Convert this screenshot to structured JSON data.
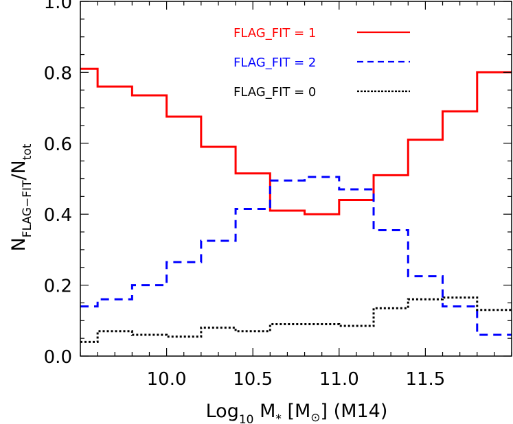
{
  "chart_data": {
    "type": "line",
    "style": "step-histogram",
    "xlabel": {
      "prefix": "Log",
      "prefix_sub": "10",
      "var": " M",
      "var_sub": "*",
      "unit_open": " [M",
      "unit_sub": "⊙",
      "unit_close": "]  (M14)"
    },
    "ylabel": {
      "main": "N",
      "main_sub": "FLAG−FIT",
      "slash": "/N",
      "slash_sub": "tot"
    },
    "xlim": [
      9.5,
      12.0
    ],
    "ylim": [
      0.0,
      1.0
    ],
    "xticks": [
      "10.0",
      "10.5",
      "11.0",
      "11.5"
    ],
    "xtick_values": [
      10.0,
      10.5,
      11.0,
      11.5
    ],
    "yticks": [
      "0.0",
      "0.2",
      "0.4",
      "0.6",
      "0.8",
      "1.0"
    ],
    "ytick_values": [
      0.0,
      0.2,
      0.4,
      0.6,
      0.8,
      1.0
    ],
    "bin_edges": [
      9.5,
      9.6,
      9.8,
      10.0,
      10.2,
      10.4,
      10.6,
      10.8,
      11.0,
      11.2,
      11.4,
      11.6,
      11.8,
      12.0
    ],
    "series": [
      {
        "name": "FLAG_FIT = 1",
        "color": "#ff0000",
        "dash": "solid",
        "values": [
          0.81,
          0.76,
          0.735,
          0.675,
          0.59,
          0.515,
          0.41,
          0.4,
          0.44,
          0.51,
          0.61,
          0.69,
          0.8
        ]
      },
      {
        "name": "FLAG_FIT = 2",
        "color": "#0000ff",
        "dash": "dashed",
        "values": [
          0.14,
          0.16,
          0.2,
          0.265,
          0.325,
          0.415,
          0.495,
          0.505,
          0.47,
          0.355,
          0.225,
          0.14,
          0.06
        ]
      },
      {
        "name": "FLAG_FIT = 0",
        "color": "#000000",
        "dash": "dotted",
        "values": [
          0.04,
          0.07,
          0.06,
          0.055,
          0.08,
          0.07,
          0.09,
          0.09,
          0.085,
          0.135,
          0.16,
          0.165,
          0.13
        ]
      }
    ],
    "legend_position": "top-right",
    "grid": false
  }
}
